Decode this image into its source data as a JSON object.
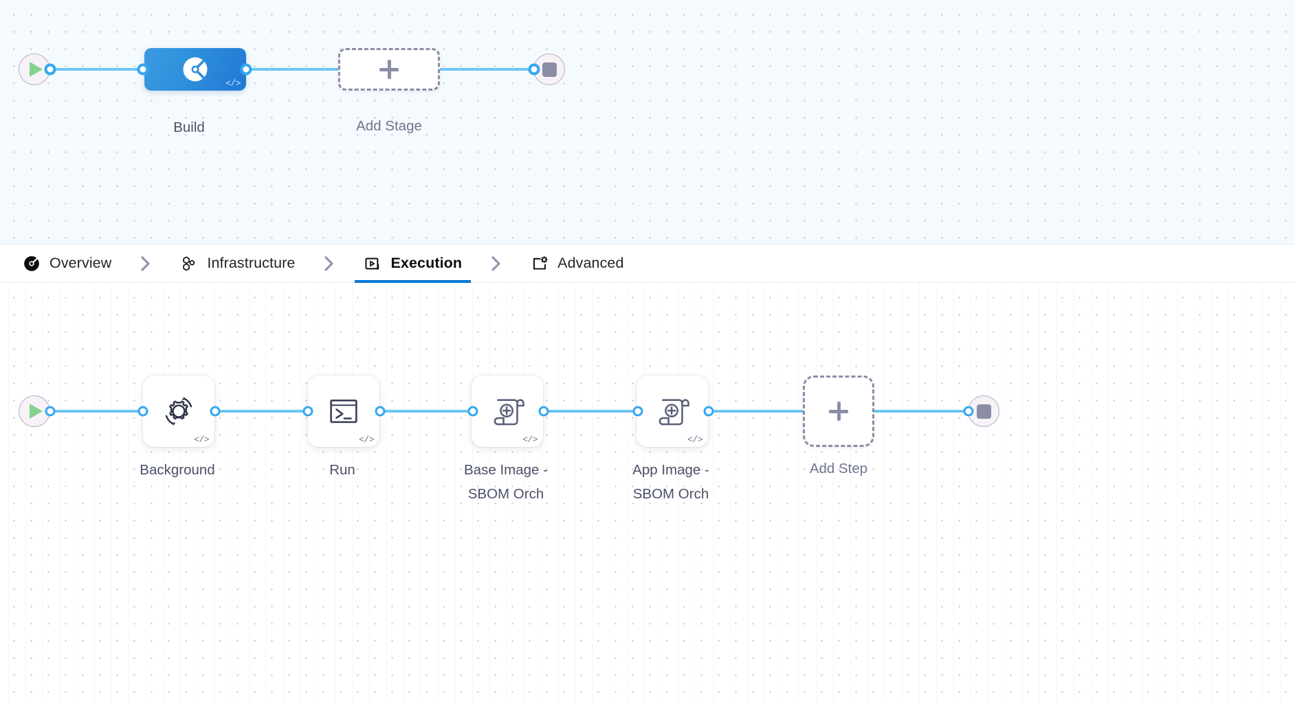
{
  "stage_graph": {
    "start_node": {
      "name": "start",
      "icon": "play-icon"
    },
    "end_node": {
      "name": "end",
      "icon": "stop-icon"
    },
    "stages": [
      {
        "label": "Build",
        "icon": "harness-ci-icon",
        "badge": "</>",
        "selected": true
      }
    ],
    "add_stage": {
      "label": "Add Stage",
      "icon": "plus-icon"
    }
  },
  "tabs": {
    "items": [
      {
        "label": "Overview",
        "icon": "ci-overview-icon",
        "active": false
      },
      {
        "label": "Infrastructure",
        "icon": "hexagons-icon",
        "active": false
      },
      {
        "label": "Execution",
        "icon": "play-box-icon",
        "active": true
      },
      {
        "label": "Advanced",
        "icon": "window-gear-icon",
        "active": false
      }
    ],
    "separator_icon": "chevron-right-icon",
    "active_underline_color": "#0278d5"
  },
  "step_graph": {
    "start_node": {
      "name": "start",
      "icon": "play-icon"
    },
    "end_node": {
      "name": "end",
      "icon": "stop-icon"
    },
    "steps": [
      {
        "label": "Background",
        "icon": "gear-refresh-icon",
        "badge": "</>"
      },
      {
        "label": "Run",
        "icon": "terminal-icon",
        "badge": "</>"
      },
      {
        "label": "Base Image -\nSBOM Orch",
        "icon": "scroll-plus-icon",
        "badge": "</>"
      },
      {
        "label": "App Image -\nSBOM Orch",
        "icon": "scroll-plus-icon",
        "badge": "</>"
      }
    ],
    "add_step": {
      "label": "Add Step",
      "icon": "plus-icon"
    }
  },
  "colors": {
    "edge": "#6fc5f3",
    "port": "#35a7ef",
    "stage_selected": "#2e8fdc",
    "canvas_top": "#f4fafd",
    "canvas_bottom": "#ffffff",
    "caption_text": "#4c5068"
  }
}
